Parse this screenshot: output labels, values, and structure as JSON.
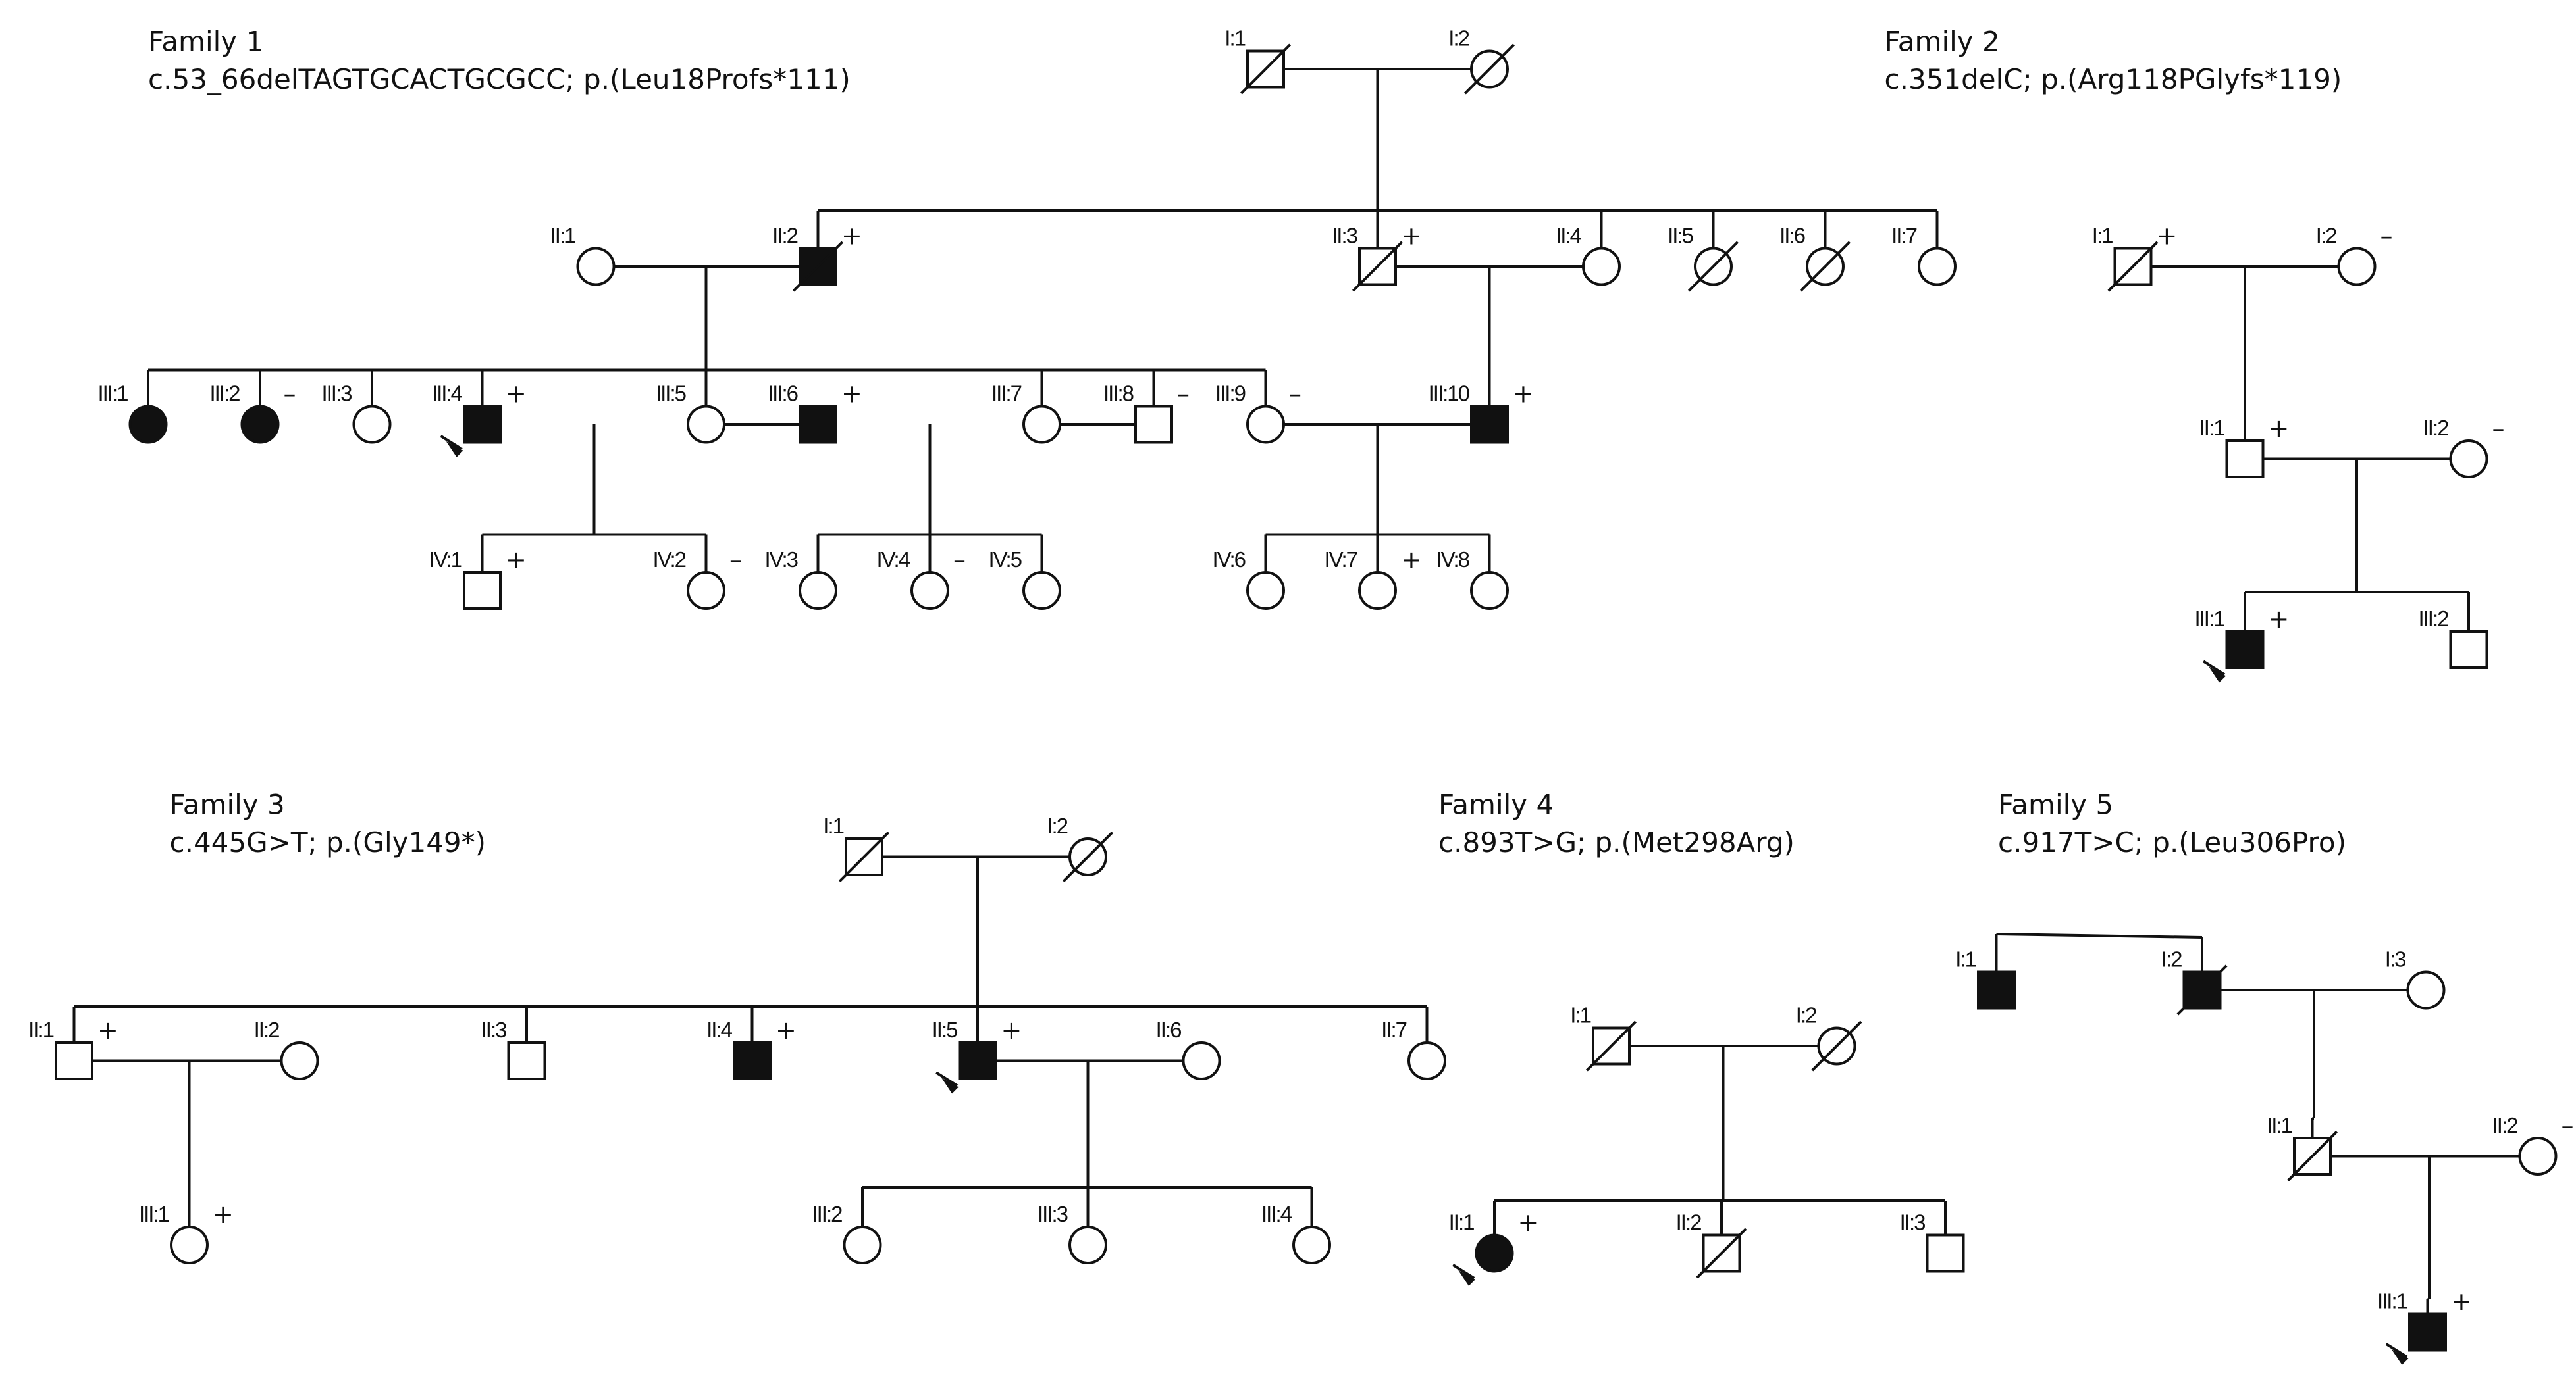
{
  "diagram": {
    "type": "pedigree",
    "families": [
      {
        "name": "Family 1",
        "variant": "c.53_66delTAGTGCACTGCGCC; p.(Leu18Profs*111)",
        "individuals": [
          {
            "id": "I:1",
            "sex": "male",
            "affected": false,
            "deceased": true
          },
          {
            "id": "I:2",
            "sex": "female",
            "affected": false,
            "deceased": true
          },
          {
            "id": "II:1",
            "sex": "female",
            "affected": false,
            "deceased": false
          },
          {
            "id": "II:2",
            "sex": "male",
            "affected": true,
            "deceased": true,
            "genotype": "+"
          },
          {
            "id": "II:3",
            "sex": "male",
            "affected": false,
            "deceased": true,
            "genotype": "+"
          },
          {
            "id": "II:4",
            "sex": "female",
            "affected": false,
            "deceased": false
          },
          {
            "id": "II:5",
            "sex": "female",
            "affected": false,
            "deceased": true
          },
          {
            "id": "II:6",
            "sex": "female",
            "affected": false,
            "deceased": true
          },
          {
            "id": "II:7",
            "sex": "female",
            "affected": false,
            "deceased": false
          },
          {
            "id": "III:1",
            "sex": "female",
            "affected": true,
            "deceased": false
          },
          {
            "id": "III:2",
            "sex": "female",
            "affected": true,
            "deceased": false,
            "genotype": "–"
          },
          {
            "id": "III:3",
            "sex": "female",
            "affected": false,
            "deceased": false
          },
          {
            "id": "III:4",
            "sex": "male",
            "affected": true,
            "deceased": false,
            "proband": true,
            "genotype": "+"
          },
          {
            "id": "III:5",
            "sex": "female",
            "affected": false,
            "deceased": false
          },
          {
            "id": "III:6",
            "sex": "male",
            "affected": true,
            "deceased": false,
            "genotype": "+"
          },
          {
            "id": "III:7",
            "sex": "female",
            "affected": false,
            "deceased": false
          },
          {
            "id": "III:8",
            "sex": "male",
            "affected": false,
            "deceased": false,
            "genotype": "–"
          },
          {
            "id": "III:9",
            "sex": "female",
            "affected": false,
            "deceased": false,
            "genotype": "–"
          },
          {
            "id": "III:10",
            "sex": "male",
            "affected": true,
            "deceased": false,
            "genotype": "+"
          },
          {
            "id": "IV:1",
            "sex": "male",
            "affected": false,
            "deceased": false,
            "genotype": "+"
          },
          {
            "id": "IV:2",
            "sex": "female",
            "affected": false,
            "deceased": false,
            "genotype": "–"
          },
          {
            "id": "IV:3",
            "sex": "female",
            "affected": false,
            "deceased": false
          },
          {
            "id": "IV:4",
            "sex": "female",
            "affected": false,
            "deceased": false,
            "genotype": "–"
          },
          {
            "id": "IV:5",
            "sex": "female",
            "affected": false,
            "deceased": false
          },
          {
            "id": "IV:6",
            "sex": "female",
            "affected": false,
            "deceased": false
          },
          {
            "id": "IV:7",
            "sex": "female",
            "affected": false,
            "deceased": false,
            "genotype": "+"
          },
          {
            "id": "IV:8",
            "sex": "female",
            "affected": false,
            "deceased": false
          }
        ]
      },
      {
        "name": "Family 2",
        "variant": "c.351delC; p.(Arg118PGlyfs*119)",
        "individuals": [
          {
            "id": "I:1",
            "sex": "male",
            "affected": false,
            "deceased": true,
            "genotype": "+"
          },
          {
            "id": "I:2",
            "sex": "female",
            "affected": false,
            "deceased": false,
            "genotype": "–"
          },
          {
            "id": "II:1",
            "sex": "male",
            "affected": false,
            "deceased": false,
            "genotype": "+"
          },
          {
            "id": "II:2",
            "sex": "female",
            "affected": false,
            "deceased": false,
            "genotype": "–"
          },
          {
            "id": "III:1",
            "sex": "male",
            "affected": true,
            "deceased": false,
            "proband": true,
            "genotype": "+"
          },
          {
            "id": "III:2",
            "sex": "male",
            "affected": false,
            "deceased": false
          }
        ]
      },
      {
        "name": "Family 3",
        "variant": "c.445G>T; p.(Gly149*)",
        "individuals": [
          {
            "id": "I:1",
            "sex": "male",
            "affected": false,
            "deceased": true
          },
          {
            "id": "I:2",
            "sex": "female",
            "affected": false,
            "deceased": true
          },
          {
            "id": "II:1",
            "sex": "male",
            "affected": false,
            "deceased": false,
            "genotype": "+"
          },
          {
            "id": "II:2",
            "sex": "female",
            "affected": false,
            "deceased": false
          },
          {
            "id": "II:3",
            "sex": "male",
            "affected": false,
            "deceased": false
          },
          {
            "id": "II:4",
            "sex": "male",
            "affected": true,
            "deceased": false,
            "genotype": "+"
          },
          {
            "id": "II:5",
            "sex": "male",
            "affected": true,
            "deceased": false,
            "proband": true,
            "genotype": "+"
          },
          {
            "id": "II:6",
            "sex": "female",
            "affected": false,
            "deceased": false
          },
          {
            "id": "II:7",
            "sex": "female",
            "affected": false,
            "deceased": false
          },
          {
            "id": "III:1",
            "sex": "female",
            "affected": false,
            "deceased": false,
            "genotype": "+"
          },
          {
            "id": "III:2",
            "sex": "female",
            "affected": false,
            "deceased": false
          },
          {
            "id": "III:3",
            "sex": "female",
            "affected": false,
            "deceased": false
          },
          {
            "id": "III:4",
            "sex": "female",
            "affected": false,
            "deceased": false
          }
        ]
      },
      {
        "name": "Family 4",
        "variant": "c.893T>G; p.(Met298Arg)",
        "individuals": [
          {
            "id": "I:1",
            "sex": "male",
            "affected": false,
            "deceased": true
          },
          {
            "id": "I:2",
            "sex": "female",
            "affected": false,
            "deceased": true
          },
          {
            "id": "II:1",
            "sex": "female",
            "affected": true,
            "deceased": false,
            "proband": true,
            "genotype": "+"
          },
          {
            "id": "II:2",
            "sex": "male",
            "affected": false,
            "deceased": true
          },
          {
            "id": "II:3",
            "sex": "male",
            "affected": false,
            "deceased": false
          }
        ]
      },
      {
        "name": "Family 5",
        "variant": "c.917T>C; p.(Leu306Pro)",
        "individuals": [
          {
            "id": "I:1",
            "sex": "male",
            "affected": true,
            "deceased": false
          },
          {
            "id": "I:2",
            "sex": "male",
            "affected": true,
            "deceased": true
          },
          {
            "id": "I:3",
            "sex": "female",
            "affected": false,
            "deceased": false
          },
          {
            "id": "II:1",
            "sex": "male",
            "affected": false,
            "deceased": true
          },
          {
            "id": "II:2",
            "sex": "female",
            "affected": false,
            "deceased": false,
            "genotype": "–"
          },
          {
            "id": "III:1",
            "sex": "male",
            "affected": true,
            "deceased": false,
            "proband": true,
            "genotype": "+"
          }
        ]
      }
    ]
  }
}
